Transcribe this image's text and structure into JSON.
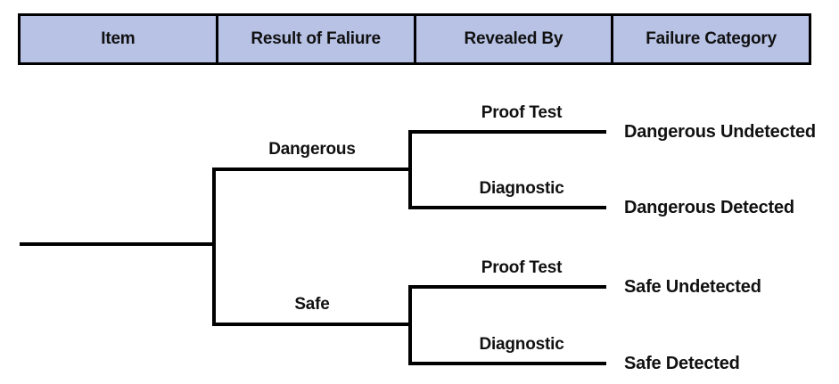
{
  "header": {
    "columns": [
      {
        "label": "Item"
      },
      {
        "label": "Result of Faliure"
      },
      {
        "label": "Revealed By"
      },
      {
        "label": "Failure Category"
      }
    ]
  },
  "tree": {
    "root": {
      "children": [
        {
          "result": "Dangerous",
          "children": [
            {
              "revealed_by": "Proof Test",
              "category": "Dangerous Undetected"
            },
            {
              "revealed_by": "Diagnostic",
              "category": "Dangerous Detected"
            }
          ]
        },
        {
          "result": "Safe",
          "children": [
            {
              "revealed_by": "Proof Test",
              "category": "Safe Undetected"
            },
            {
              "revealed_by": "Diagnostic",
              "category": "Safe Detected"
            }
          ]
        }
      ]
    }
  },
  "colors": {
    "header_fill": "#b7c2e5",
    "line": "#000000",
    "background": "#ffffff",
    "text": "#111111"
  }
}
